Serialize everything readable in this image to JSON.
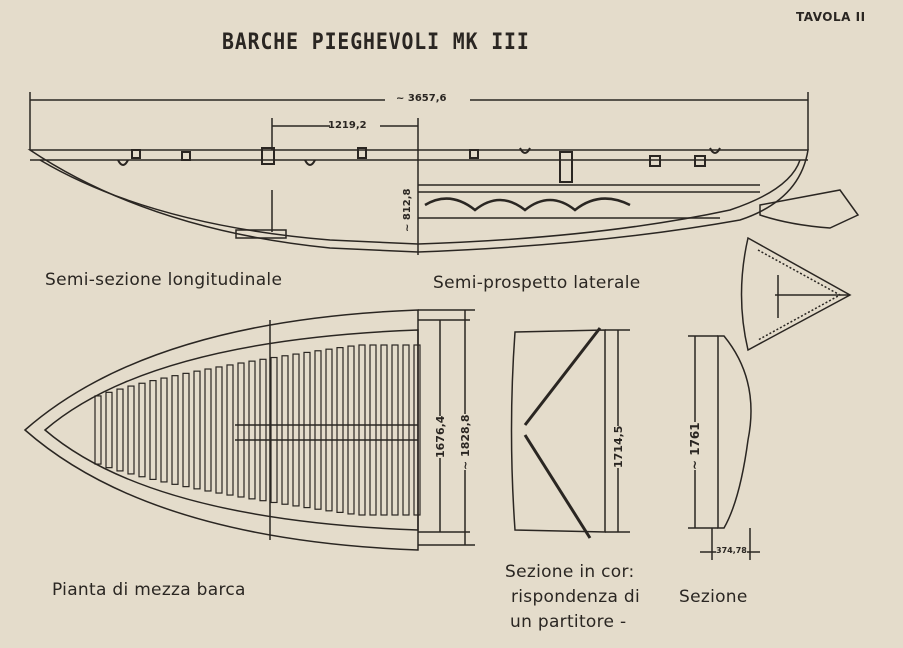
{
  "plate_label": "TAVOLA II",
  "title": "BARCHE PIEGHEVOLI MK III",
  "dimensions": {
    "overall_length": "~ 3657,6",
    "partial_length": "1219,2",
    "depth": "~ 812,8",
    "half_beam_inner": "1676,4",
    "half_beam_outer": "~ 1828,8",
    "section_height": "1714,5",
    "end_section_height": "~ 1761",
    "end_section_width": "374,78"
  },
  "captions": {
    "longitudinal": "Semi-sezione longitudinale",
    "lateral": "Semi-prospetto laterale",
    "plan": "Pianta di mezza barca",
    "section_partition_line1": "Sezione in cor:",
    "section_partition_line2": "rispondenza di",
    "section_partition_line3": "un partitore -",
    "section": "Sezione"
  },
  "colors": {
    "paper": "#e4dccb",
    "ink": "#2a2622"
  }
}
